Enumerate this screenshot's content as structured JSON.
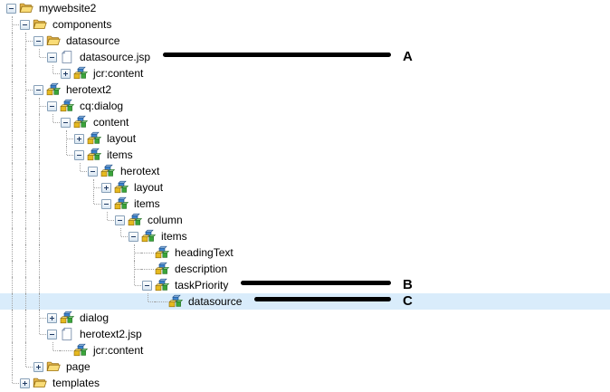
{
  "colors": {
    "selection_background": "#d9ecfb",
    "annotation_line": "#000000",
    "guide_dots": "#a3a3a3",
    "folder_icon": "#f9dc77",
    "node_icon_blue": "#3b82cd",
    "node_icon_yellow": "#e6b91f",
    "node_icon_green": "#3aa53a"
  },
  "tree": {
    "label": "mywebsite2",
    "icon": "folder",
    "state": "expanded",
    "children": [
      {
        "label": "components",
        "icon": "folder",
        "state": "expanded",
        "children": [
          {
            "label": "datasource",
            "icon": "folder",
            "state": "expanded",
            "children": [
              {
                "label": "datasource.jsp",
                "icon": "file",
                "state": "expanded",
                "annotation": "A",
                "children": [
                  {
                    "label": "jcr:content",
                    "icon": "node",
                    "state": "collapsed",
                    "children": []
                  }
                ]
              }
            ]
          },
          {
            "label": "herotext2",
            "icon": "node",
            "state": "expanded",
            "children": [
              {
                "label": "cq:dialog",
                "icon": "node",
                "state": "expanded",
                "children": [
                  {
                    "label": "content",
                    "icon": "node",
                    "state": "expanded",
                    "children": [
                      {
                        "label": "layout",
                        "icon": "node",
                        "state": "collapsed",
                        "children": []
                      },
                      {
                        "label": "items",
                        "icon": "node",
                        "state": "expanded",
                        "children": [
                          {
                            "label": "herotext",
                            "icon": "node",
                            "state": "expanded",
                            "children": [
                              {
                                "label": "layout",
                                "icon": "node",
                                "state": "collapsed",
                                "children": []
                              },
                              {
                                "label": "items",
                                "icon": "node",
                                "state": "expanded",
                                "children": [
                                  {
                                    "label": "column",
                                    "icon": "node",
                                    "state": "expanded",
                                    "children": [
                                      {
                                        "label": "items",
                                        "icon": "node",
                                        "state": "expanded",
                                        "children": [
                                          {
                                            "label": "headingText",
                                            "icon": "node",
                                            "state": "leaf"
                                          },
                                          {
                                            "label": "description",
                                            "icon": "node",
                                            "state": "leaf"
                                          },
                                          {
                                            "label": "taskPriority",
                                            "icon": "node",
                                            "state": "expanded",
                                            "annotation": "B",
                                            "children": [
                                              {
                                                "label": "datasource",
                                                "icon": "node",
                                                "state": "leaf",
                                                "selected": true,
                                                "annotation": "C"
                                              }
                                            ]
                                          }
                                        ]
                                      }
                                    ]
                                  }
                                ]
                              }
                            ]
                          }
                        ]
                      }
                    ]
                  }
                ]
              },
              {
                "label": "dialog",
                "icon": "node",
                "state": "collapsed",
                "children": []
              },
              {
                "label": "herotext2.jsp",
                "icon": "file",
                "state": "expanded",
                "children": [
                  {
                    "label": "jcr:content",
                    "icon": "node",
                    "state": "leaf"
                  }
                ]
              }
            ]
          },
          {
            "label": "page",
            "icon": "folder",
            "state": "collapsed",
            "children": []
          }
        ]
      },
      {
        "label": "templates",
        "icon": "folder",
        "state": "collapsed",
        "children": []
      }
    ]
  }
}
